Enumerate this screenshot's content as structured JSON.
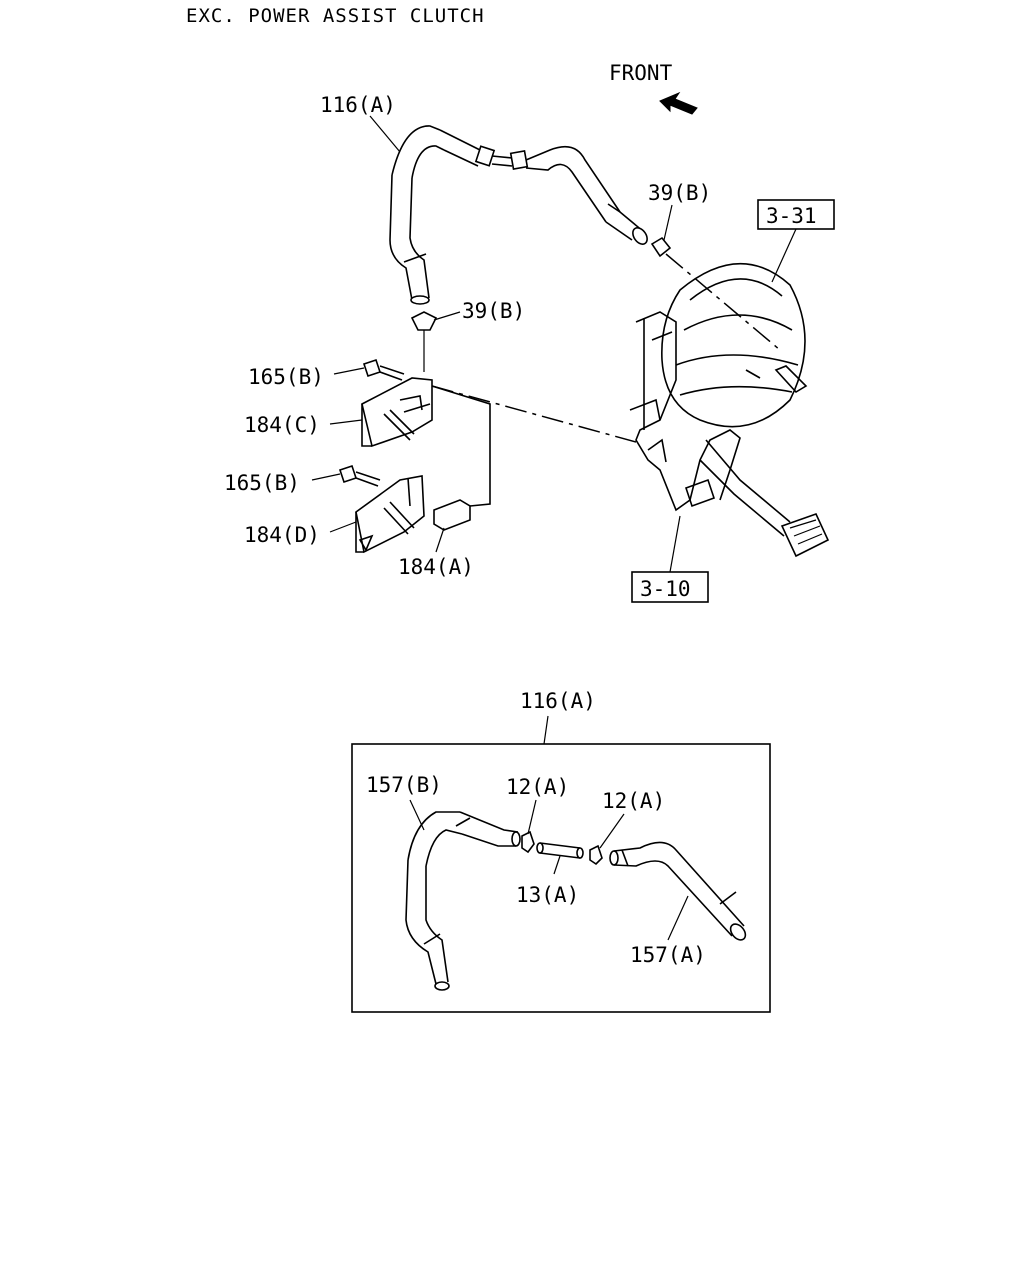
{
  "header": {
    "title": "EXC. POWER ASSIST CLUTCH"
  },
  "direction": {
    "label": "FRONT"
  },
  "labels": {
    "hose_assembly_top": "116(A)",
    "clip_upper": "39(B)",
    "clip_lower": "39(B)",
    "ref_3_31": "3-31",
    "bolt_upper": "165(B)",
    "bracket_c": "184(C)",
    "bolt_lower": "165(B)",
    "bracket_d": "184(D)",
    "bracket_a": "184(A)",
    "ref_3_10": "3-10"
  },
  "detail": {
    "title": "116(A)",
    "hose_b": "157(B)",
    "clamp_left": "12(A)",
    "clamp_right": "12(A)",
    "connector": "13(A)",
    "hose_a": "157(A)"
  }
}
